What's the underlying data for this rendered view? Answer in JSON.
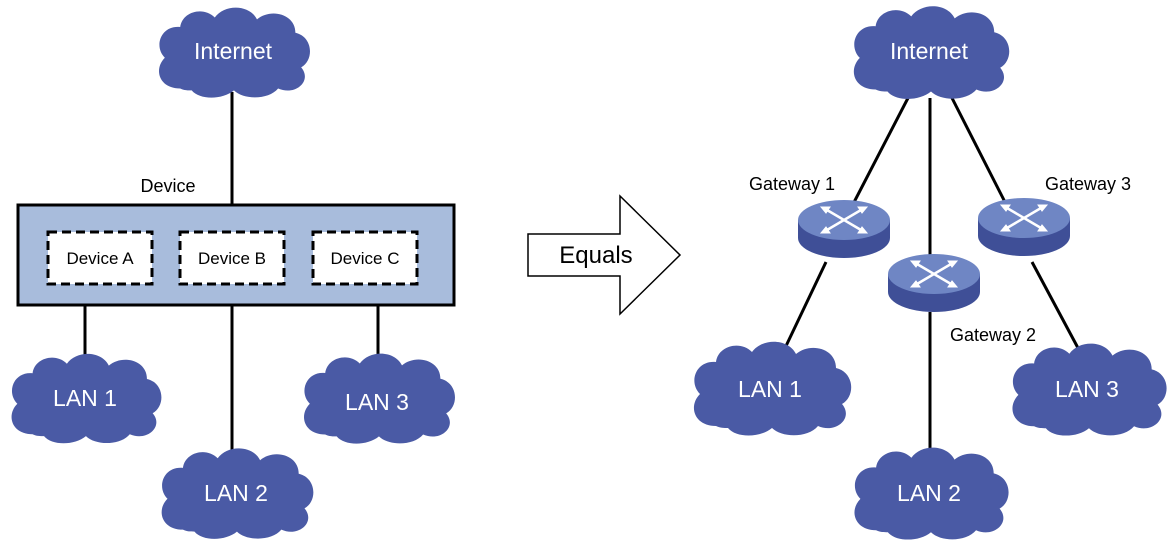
{
  "colors": {
    "cloud": "#4a5aa5",
    "cloud_text": "#ffffff",
    "device_box": "#a8bcdc",
    "router_top": "#6f86c4",
    "router_side": "#3f4f97"
  },
  "left": {
    "internet": "Internet",
    "device_label": "Device",
    "sub_devices": [
      "Device A",
      "Device B",
      "Device C"
    ],
    "lans": [
      "LAN 1",
      "LAN 2",
      "LAN 3"
    ]
  },
  "arrow": {
    "label": "Equals"
  },
  "right": {
    "internet": "Internet",
    "gateways": [
      "Gateway 1",
      "Gateway 2",
      "Gateway 3"
    ],
    "lans": [
      "LAN 1",
      "LAN 2",
      "LAN 3"
    ]
  }
}
